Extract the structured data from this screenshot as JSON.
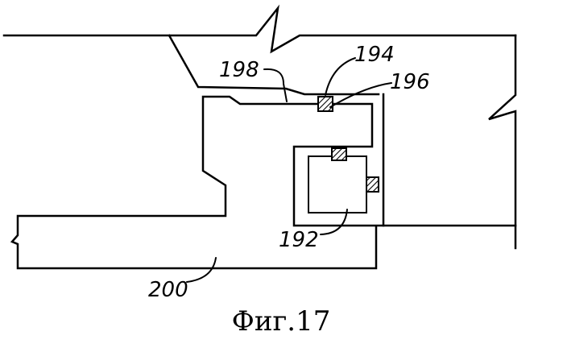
{
  "figure": {
    "caption": "Фиг.17",
    "labels": {
      "r192": "192",
      "r194": "194",
      "r196": "196",
      "r198": "198",
      "r200": "200"
    }
  }
}
